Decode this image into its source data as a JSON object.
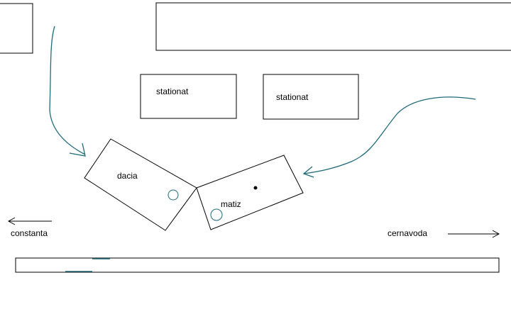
{
  "labels": {
    "parked_left": "stationat",
    "parked_right": "stationat",
    "car_one": "dacia",
    "car_two": "matiz",
    "direction_left": "constanta",
    "direction_right": "cernavoda"
  },
  "colors": {
    "outline": "#000000",
    "arrow": "#1f6b7a"
  }
}
